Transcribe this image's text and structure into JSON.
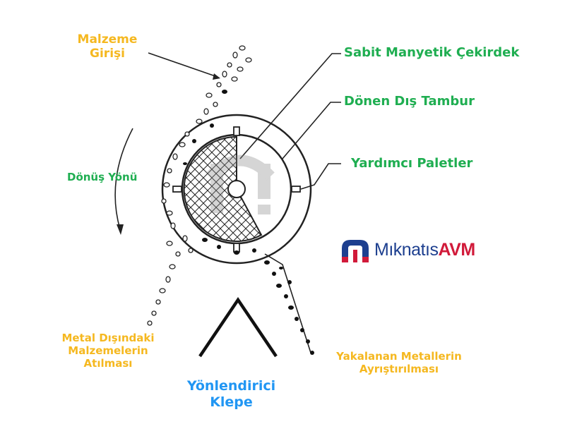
{
  "labels": {
    "material_inlet_1": "Malzeme",
    "material_inlet_2": "Girişi",
    "fixed_core": "Sabit Manyetik Çekirdek",
    "rotating_drum": "Dönen Dış Tambur",
    "aux_paddles": "Yardımcı Paletler",
    "rotation_direction": "Dönüş Yönü",
    "non_metal_discharge_1": "Metal Dışındaki",
    "non_metal_discharge_2": "Malzemelerin",
    "non_metal_discharge_3": "Atılması",
    "metal_separation_1": "Yakalanan Metallerin",
    "metal_separation_2": "Ayrıştırılması",
    "splitter_1": "Yönlendirici",
    "splitter_2": "Klepe"
  },
  "logo": {
    "name_part_1": "Mıknatıs",
    "name_part_2": "AVM"
  },
  "colors": {
    "yellow": "#f5b820",
    "green": "#1fae51",
    "blue": "#2196f3",
    "logo_navy": "#1d3f8f",
    "logo_red": "#d11a3a"
  }
}
